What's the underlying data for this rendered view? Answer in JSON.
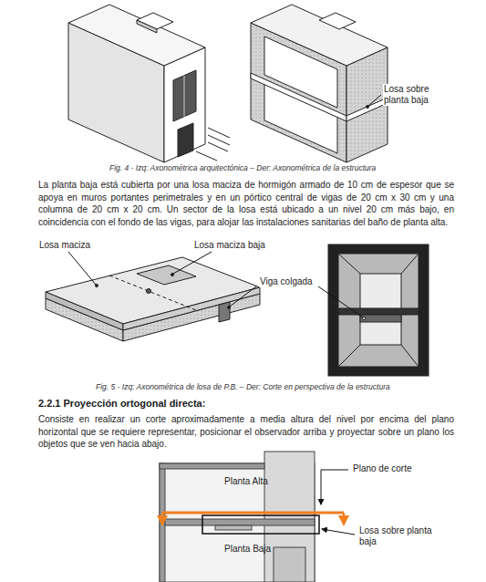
{
  "diagram": {
    "labels": [
      "Losa sobre planta baja",
      "Fig. 4 - Izq: Axonométrica arquitectónica – Der: Axonométrica de la estructura",
      "La planta baja está cubierta por una losa maciza de hormigón armado de 10 cm de espesor que se apoya en muros portantes perimetrales y en un pórtico central de vigas de 20 cm x 30 cm y una columna de 20 cm x 20 cm. Un sector de la losa está ubicado a un nivel 20 cm más bajo, en coincidencia con el fondo de las vigas, para alojar las instalaciones sanitarias del baño de planta alta.",
      "Losa maciza",
      "Losa maciza baja",
      "Viga colgada",
      "Fig. 5 - Izq: Axonométrica de losa de P.B. – Der: Corte en perspectiva de la estructura",
      "2.2.1 Proyección ortogonal directa:",
      "Consiste en realizar un corte aproximadamente a media altura del nivel por encima del plano horizontal que se requiere representar, posicionar el observador arriba y proyectar sobre un plano los objetos que se ven hacia abajo.",
      "Planta Alta",
      "Plano de corte",
      "Losa sobre planta baja",
      "Planta Baja"
    ]
  }
}
